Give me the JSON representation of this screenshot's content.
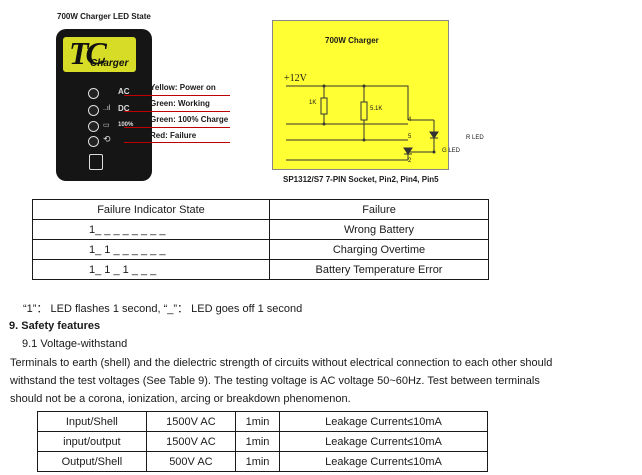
{
  "led_panel": {
    "title": "700W Charger LED State",
    "logo_letters": "TC",
    "logo_sub": "Charger",
    "rows": [
      {
        "symbol": "",
        "label": "AC",
        "desc": "Yellow: Power on"
      },
      {
        "symbol": "..ıl",
        "label": "DC",
        "desc": "Green: Working"
      },
      {
        "symbol": "▭",
        "label": "100%",
        "desc": "Green: 100% Charge"
      },
      {
        "symbol": "⟲",
        "label": "",
        "desc": "Red: Failure"
      }
    ]
  },
  "schematic": {
    "title": "700W Charger",
    "voltage": "+12V",
    "r1": "1K",
    "r2": "5.1K",
    "pins": [
      "4",
      "5",
      "2"
    ],
    "led_r": "R LED",
    "led_g": "G LED",
    "caption": "SP1312/S7 7-PIN Socket, Pin2, Pin4, Pin5"
  },
  "failure_table": {
    "headers": [
      "Failure Indicator State",
      "Failure"
    ],
    "rows": [
      [
        "1_ _ _ _ _ _ _ _",
        "Wrong Battery"
      ],
      [
        "1_ 1 _ _ _ _ _ _",
        "Charging Overtime"
      ],
      [
        "1_ 1 _ 1 _ _ _",
        "Battery Temperature Error"
      ]
    ]
  },
  "legend_note": "“1”： LED flashes 1 second, “_”： LED goes off 1 second",
  "section": {
    "heading": "9. Safety features",
    "subheading": "9.1 Voltage-withstand",
    "paragraph_lines": [
      "Terminals to earth (shell) and the dielectric strength of circuits without electrical connection to each other should",
      "withstand the test voltages (See Table 9). The testing voltage is AC voltage 50~60Hz. Test between terminals",
      "should not be a corona, ionization, arcing or breakdown phenomenon."
    ]
  },
  "voltage_table": {
    "rows": [
      [
        "Input/Shell",
        "1500V AC",
        "1min",
        "Leakage Current≤10mA"
      ],
      [
        "input/output",
        "1500V AC",
        "1min",
        "Leakage Current≤10mA"
      ],
      [
        "Output/Shell",
        "500V AC",
        "1min",
        "Leakage Current≤10mA"
      ]
    ]
  }
}
